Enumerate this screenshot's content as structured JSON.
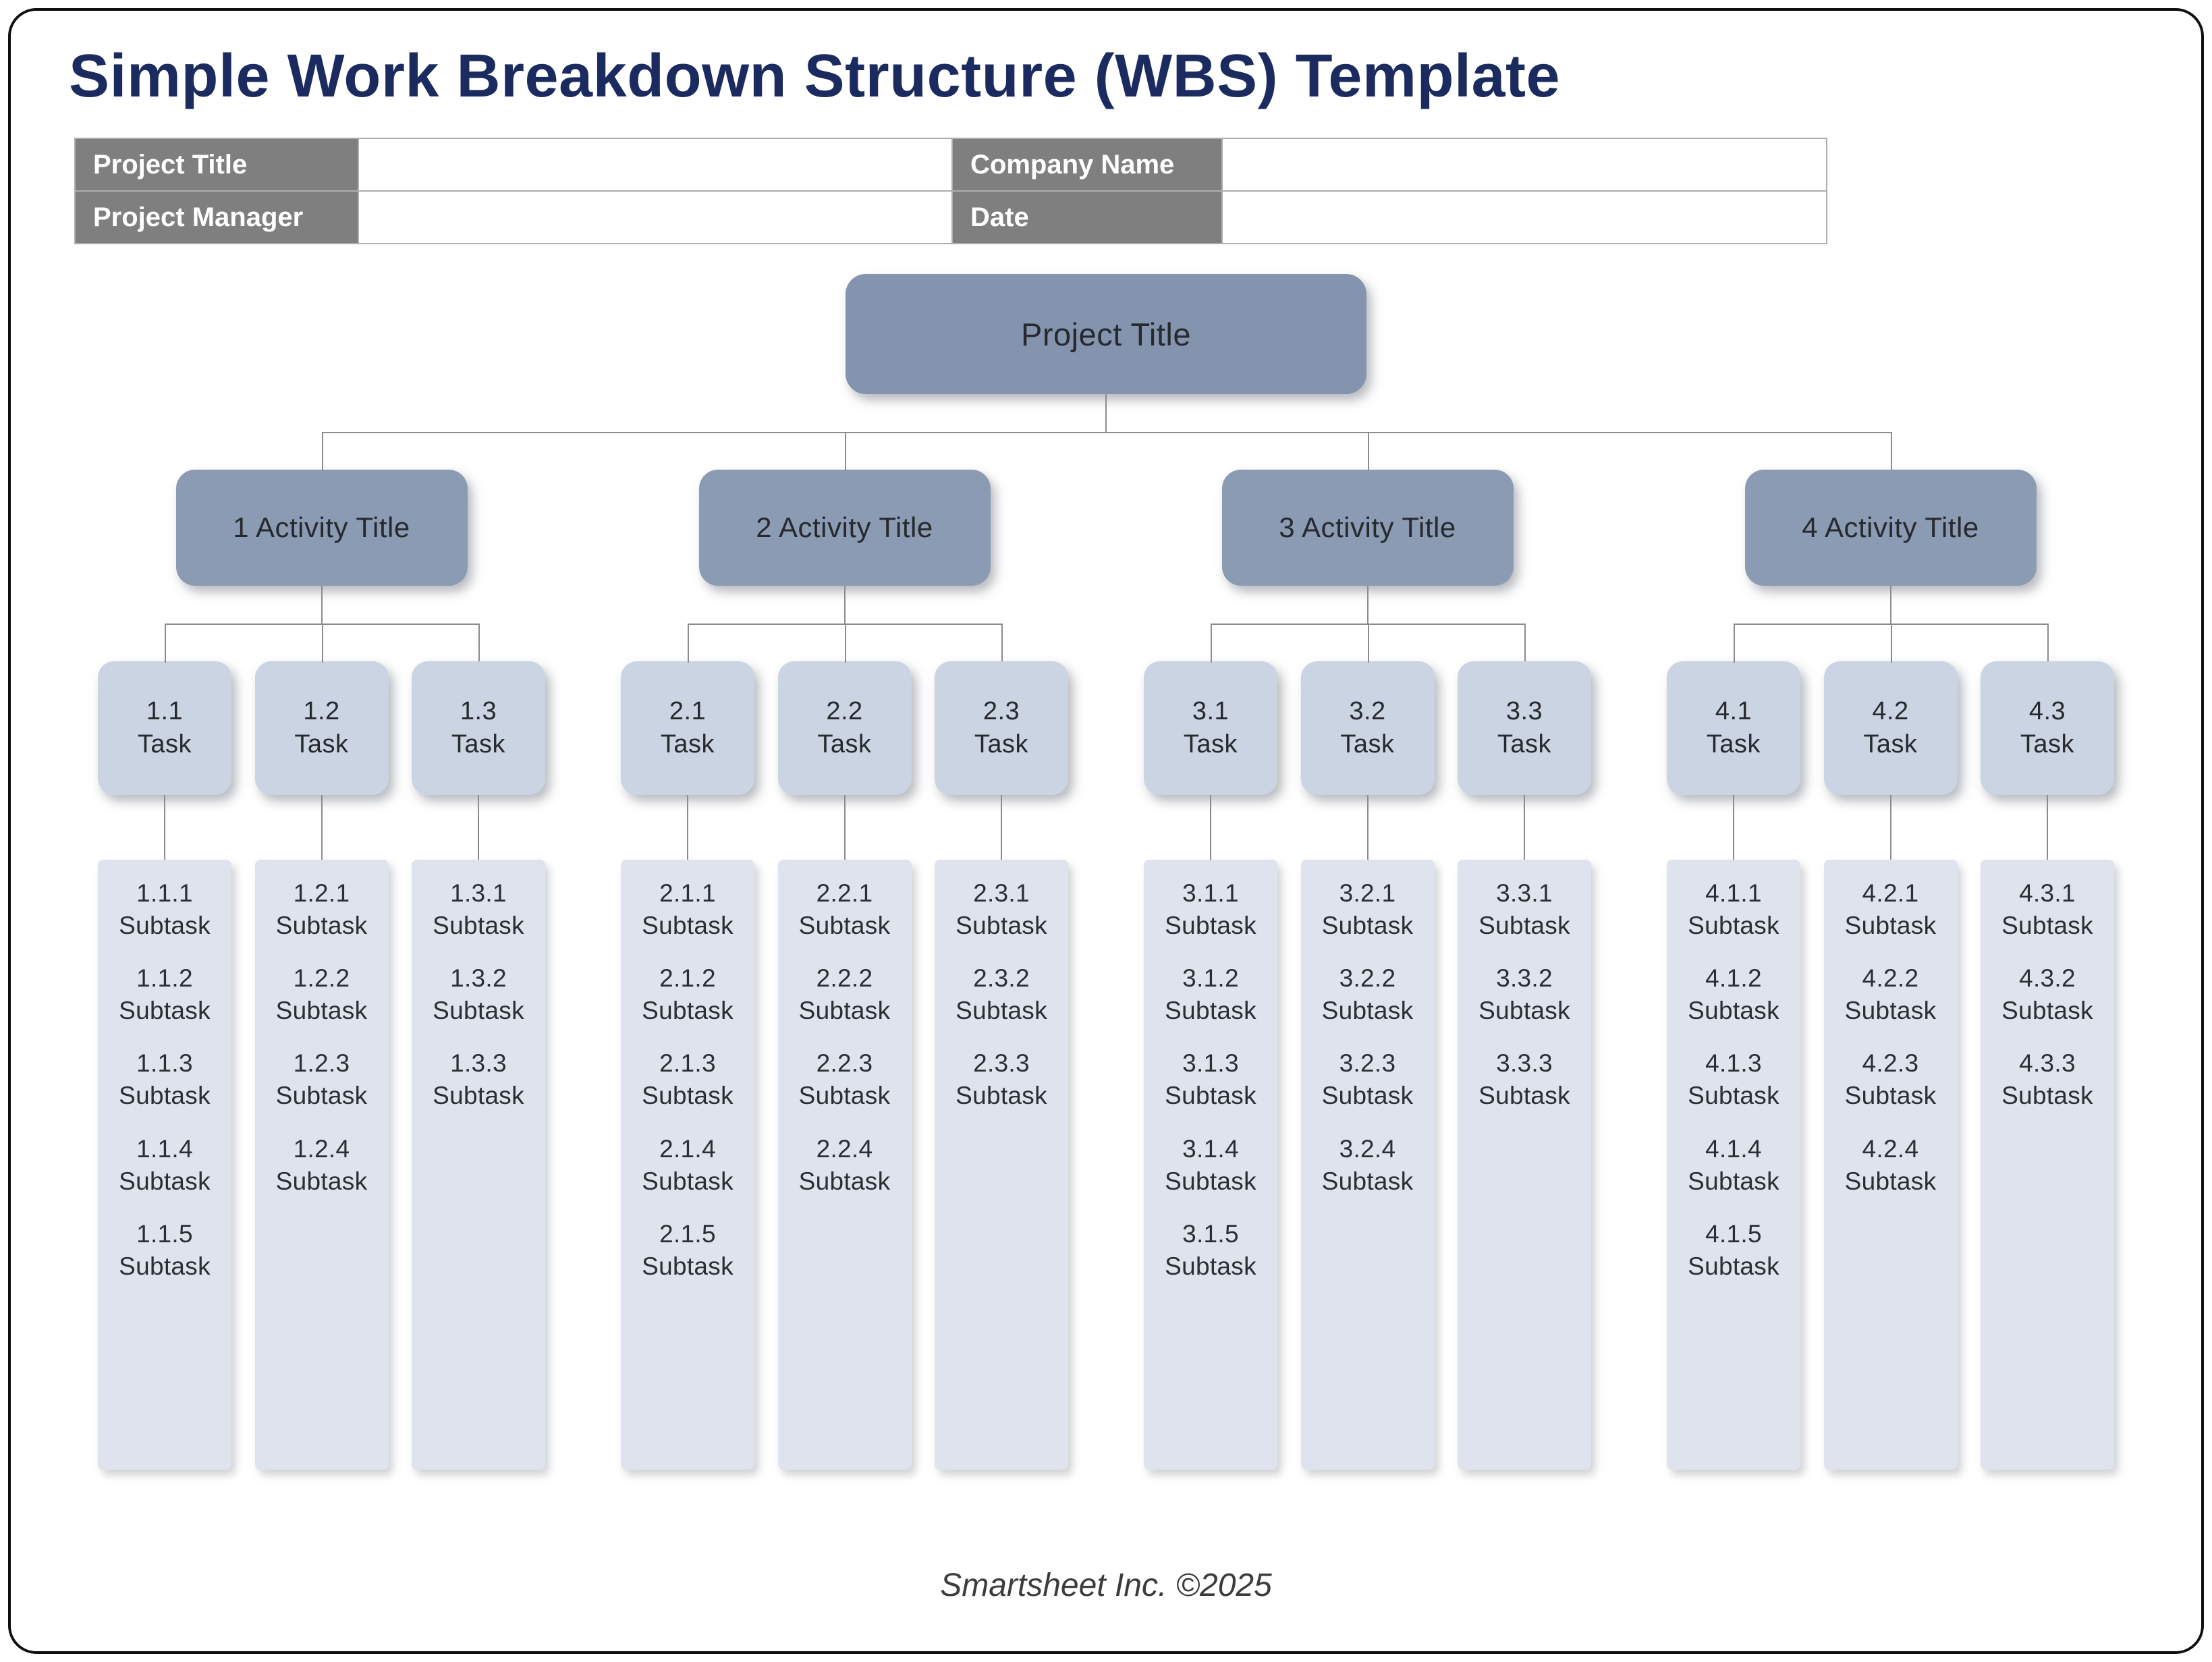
{
  "page": {
    "title": "Simple Work Breakdown Structure (WBS) Template",
    "footer": "Smartsheet Inc. ©2025"
  },
  "colors": {
    "title_navy": "#1b2b5f",
    "header_cell_gray": "#7f7f7f",
    "root_box": "#8494ae",
    "activity_box": "#8b9bb3",
    "task_box": "#cbd4e2",
    "subtask_column": "#dfe3ed",
    "connector": "#8c8c8c"
  },
  "info_table": {
    "rows": [
      [
        {
          "label": "Project Title",
          "value": ""
        },
        {
          "label": "Company Name",
          "value": ""
        }
      ],
      [
        {
          "label": "Project Manager",
          "value": ""
        },
        {
          "label": "Date",
          "value": ""
        }
      ]
    ]
  },
  "tree": {
    "root": "Project Title",
    "task_word": "Task",
    "subtask_word": "Subtask",
    "activities": [
      {
        "label": "1 Activity Title",
        "tasks": [
          {
            "id": "1.1",
            "subtasks": [
              "1.1.1",
              "1.1.2",
              "1.1.3",
              "1.1.4",
              "1.1.5"
            ]
          },
          {
            "id": "1.2",
            "subtasks": [
              "1.2.1",
              "1.2.2",
              "1.2.3",
              "1.2.4"
            ]
          },
          {
            "id": "1.3",
            "subtasks": [
              "1.3.1",
              "1.3.2",
              "1.3.3"
            ]
          }
        ]
      },
      {
        "label": "2 Activity Title",
        "tasks": [
          {
            "id": "2.1",
            "subtasks": [
              "2.1.1",
              "2.1.2",
              "2.1.3",
              "2.1.4",
              "2.1.5"
            ]
          },
          {
            "id": "2.2",
            "subtasks": [
              "2.2.1",
              "2.2.2",
              "2.2.3",
              "2.2.4"
            ]
          },
          {
            "id": "2.3",
            "subtasks": [
              "2.3.1",
              "2.3.2",
              "2.3.3"
            ]
          }
        ]
      },
      {
        "label": "3 Activity Title",
        "tasks": [
          {
            "id": "3.1",
            "subtasks": [
              "3.1.1",
              "3.1.2",
              "3.1.3",
              "3.1.4",
              "3.1.5"
            ]
          },
          {
            "id": "3.2",
            "subtasks": [
              "3.2.1",
              "3.2.2",
              "3.2.3",
              "3.2.4"
            ]
          },
          {
            "id": "3.3",
            "subtasks": [
              "3.3.1",
              "3.3.2",
              "3.3.3"
            ]
          }
        ]
      },
      {
        "label": "4 Activity Title",
        "tasks": [
          {
            "id": "4.1",
            "subtasks": [
              "4.1.1",
              "4.1.2",
              "4.1.3",
              "4.1.4",
              "4.1.5"
            ]
          },
          {
            "id": "4.2",
            "subtasks": [
              "4.2.1",
              "4.2.2",
              "4.2.3",
              "4.2.4"
            ]
          },
          {
            "id": "4.3",
            "subtasks": [
              "4.3.1",
              "4.3.2",
              "4.3.3"
            ]
          }
        ]
      }
    ]
  }
}
